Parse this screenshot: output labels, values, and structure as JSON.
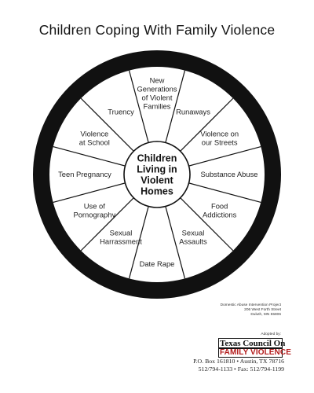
{
  "title": "Children Coping With Family Violence",
  "wheel": {
    "hub": [
      "Children",
      "Living in",
      "Violent",
      "Homes"
    ],
    "spokes": [
      {
        "lines": [
          "New",
          "Generations",
          "of Violent",
          "Families"
        ]
      },
      {
        "lines": [
          "Runaways"
        ]
      },
      {
        "lines": [
          "Violence on",
          "our Streets"
        ]
      },
      {
        "lines": [
          "Substance Abuse"
        ]
      },
      {
        "lines": [
          "Food",
          "Addictions"
        ]
      },
      {
        "lines": [
          "Sexual",
          "Assaults"
        ]
      },
      {
        "lines": [
          "Date Rape"
        ]
      },
      {
        "lines": [
          "Sexual",
          "Harrassment"
        ]
      },
      {
        "lines": [
          "Use of",
          "Pornography"
        ]
      },
      {
        "lines": [
          "Teen Pregnancy"
        ]
      },
      {
        "lines": [
          "Violence",
          "at School"
        ]
      },
      {
        "lines": [
          "Truency"
        ]
      }
    ]
  },
  "credit": [
    "Domestic Abuse Intervention Project",
    "206 West Forth Street",
    "Duluth, MN 55806"
  ],
  "adopted_by": "Adopted by:",
  "logo": {
    "line1": "Texas Council On",
    "line2": "FAMILY VIOLENCE"
  },
  "contact": [
    "P.O. Box 161810 • Austin, TX 78716",
    "512/794-1133 • Fax: 512/794-1199"
  ]
}
